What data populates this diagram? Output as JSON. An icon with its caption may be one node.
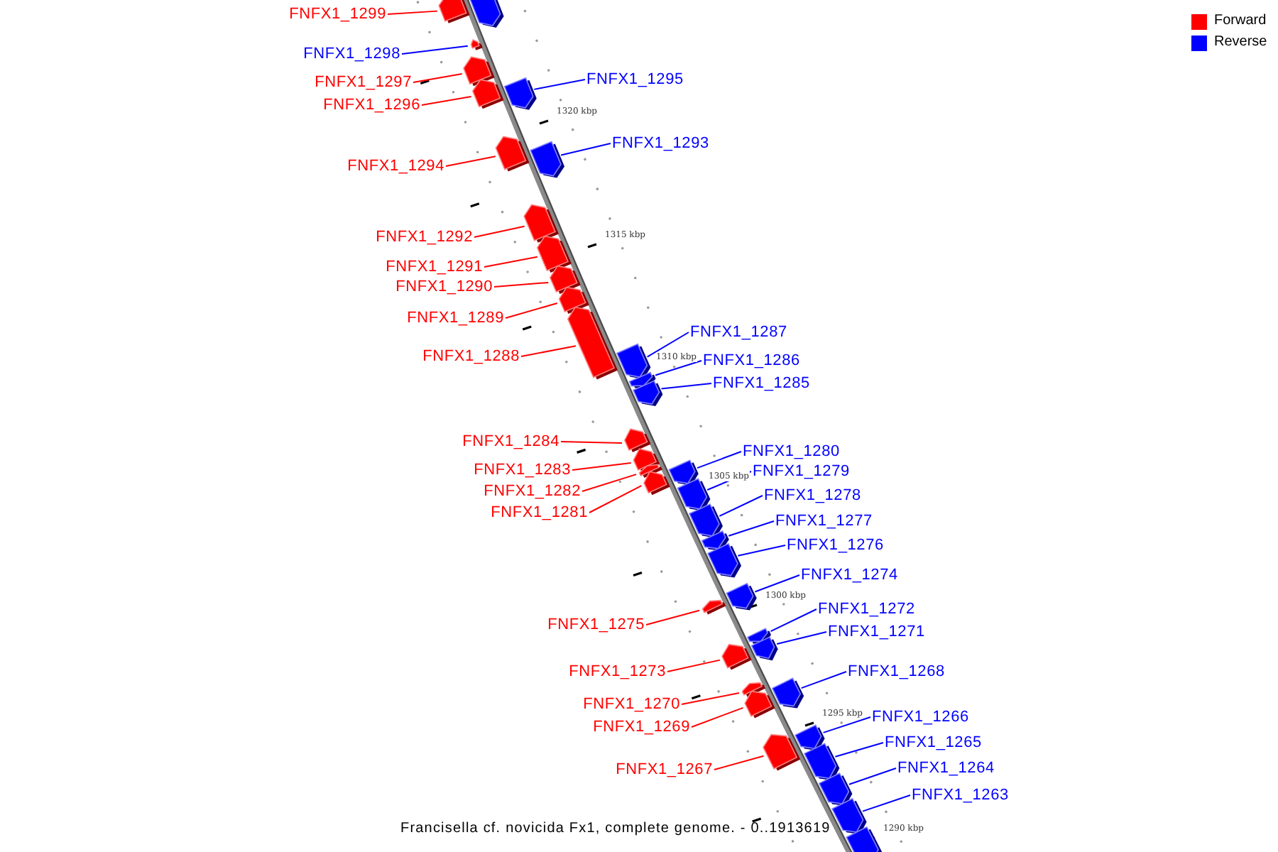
{
  "diagram": {
    "caption": "Francisella cf. novicida Fx1, complete genome. - 0..1913619",
    "nodes": [
      {
        "text": [
          "FNFX1_1299"
        ]
      },
      {
        "text": [],
        "shape": "bar"
      },
      {
        "text": [],
        "shape": "bar"
      },
      {
        "text": [
          "FNFX1_1298"
        ]
      },
      {
        "text": [],
        "shape": "bar"
      },
      {
        "text": [
          "FNFX1_1295"
        ]
      },
      {
        "text": [],
        "shape": "bar"
      },
      {
        "text": [
          "FNFX1_1297"
        ]
      },
      {
        "text": [],
        "shape": "bar"
      },
      {
        "text": [
          "FNFX1_1296"
        ]
      },
      {
        "text": [],
        "shape": "bar"
      },
      {
        "text": [
          "FNFX1_1293"
        ]
      },
      {
        "text": [],
        "shape": "bar"
      },
      {
        "text": [
          "FNFX1_1294"
        ]
      },
      {
        "text": [],
        "shape": "bar"
      },
      {
        "text": [
          "FNFX1_1292"
        ]
      },
      {
        "text": [],
        "shape": "bar"
      },
      {
        "text": [
          "FNFX1_1291"
        ]
      },
      {
        "text": [],
        "shape": "bar"
      },
      {
        "text": [
          "FNFX1_1290"
        ]
      },
      {
        "text": [],
        "shape": "bar"
      },
      {
        "text": [
          "FNFX1_1289"
        ]
      },
      {
        "text": [],
        "shape": "bar"
      },
      {
        "text": [
          "FNFX1_1287"
        ]
      },
      {
        "text": [],
        "shape": "bar"
      },
      {
        "text": [
          "FNFX1_1288"
        ]
      },
      {
        "text": [],
        "shape": "bar"
      },
      {
        "text": [
          "FNFX1_1286"
        ]
      },
      {
        "text": [],
        "shape": "bar"
      },
      {
        "text": [
          "FNFX1_1285"
        ]
      },
      {
        "text": [],
        "shape": "bar"
      },
      {
        "text": [
          "FNFX1_1284"
        ]
      },
      {
        "text": [],
        "shape": "bar"
      },
      {
        "text": [
          "FNFX1_1280"
        ]
      },
      {
        "text": [],
        "shape": "bar"
      },
      {
        "text": [
          "FNFX1_1283"
        ]
      },
      {
        "text": [],
        "shape": "bar"
      },
      {
        "text": [
          "FNFX1_1279"
        ]
      },
      {
        "text": [],
        "shape": "bar"
      },
      {
        "text": [
          "FNFX1_1282"
        ]
      },
      {
        "text": [],
        "shape": "bar"
      },
      {
        "text": [
          "FNFX1_1278"
        ]
      },
      {
        "text": [],
        "shape": "bar"
      },
      {
        "text": [
          "FNFX1_1281"
        ]
      },
      {
        "text": [],
        "shape": "bar"
      },
      {
        "text": [
          "FNFX1_1277"
        ]
      },
      {
        "text": [],
        "shape": "bar"
      },
      {
        "text": [
          "FNFX1_1276"
        ]
      },
      {
        "text": [],
        "shape": "bar"
      },
      {
        "text": [
          "FNFX1_1274"
        ]
      },
      {
        "text": [],
        "shape": "bar"
      },
      {
        "text": [
          "FNFX1_1272"
        ]
      },
      {
        "text": [],
        "shape": "bar"
      },
      {
        "text": [
          "FNFX1_1275"
        ]
      },
      {
        "text": [],
        "shape": "bar"
      },
      {
        "text": [
          "FNFX1_1271"
        ]
      },
      {
        "text": [],
        "shape": "bar"
      },
      {
        "text": [
          "FNFX1_1268"
        ]
      },
      {
        "text": [],
        "shape": "bar"
      },
      {
        "text": [
          "FNFX1_1273"
        ]
      },
      {
        "text": [],
        "shape": "bar"
      },
      {
        "text": [
          "FNFX1_1270"
        ]
      },
      {
        "text": [],
        "shape": "bar"
      },
      {
        "text": [
          "FNFX1_1266"
        ]
      },
      {
        "text": [],
        "shape": "bar"
      },
      {
        "text": [
          "FNFX1_1269"
        ]
      },
      {
        "text": [],
        "shape": "bar"
      },
      {
        "text": [
          "FNFX1_1265"
        ]
      },
      {
        "text": [],
        "shape": "bar"
      },
      {
        "text": [
          "FNFX1_1264"
        ]
      },
      {
        "text": [],
        "shape": "bar"
      },
      {
        "text": [
          "FNFX1_1267"
        ]
      },
      {
        "text": [],
        "shape": "bar"
      },
      {
        "text": [
          "FNFX1_1263"
        ]
      },
      {
        "text": [],
        "shape": "bar"
      },
      {
        "text": [],
        "shape": "bar"
      }
    ],
    "edges": [
      {
        "from": 0,
        "to": 1,
        "arrow": "none",
        "color": "#ff0000"
      },
      {
        "from": 3,
        "to": 4,
        "arrow": "none",
        "color": "#0000ff"
      },
      {
        "from": 5,
        "to": 6,
        "arrow": "none",
        "color": "#0000ff"
      },
      {
        "from": 7,
        "to": 8,
        "arrow": "none",
        "color": "#ff0000"
      },
      {
        "from": 9,
        "to": 10,
        "arrow": "none",
        "color": "#ff0000"
      },
      {
        "from": 11,
        "to": 12,
        "arrow": "none",
        "color": "#0000ff"
      },
      {
        "from": 13,
        "to": 14,
        "arrow": "none",
        "color": "#ff0000"
      },
      {
        "from": 15,
        "to": 16,
        "arrow": "none",
        "color": "#ff0000"
      },
      {
        "from": 17,
        "to": 18,
        "arrow": "none",
        "color": "#ff0000"
      },
      {
        "from": 19,
        "to": 20,
        "arrow": "none",
        "color": "#ff0000"
      },
      {
        "from": 21,
        "to": 22,
        "arrow": "none",
        "color": "#ff0000"
      },
      {
        "from": 23,
        "to": 24,
        "arrow": "none",
        "color": "#0000ff"
      },
      {
        "from": 25,
        "to": 26,
        "arrow": "none",
        "color": "#ff0000"
      },
      {
        "from": 27,
        "to": 28,
        "arrow": "none",
        "color": "#0000ff"
      },
      {
        "from": 29,
        "to": 30,
        "arrow": "none",
        "color": "#0000ff"
      },
      {
        "from": 31,
        "to": 32,
        "arrow": "none",
        "color": "#ff0000"
      },
      {
        "from": 33,
        "to": 34,
        "arrow": "none",
        "color": "#0000ff"
      },
      {
        "from": 35,
        "to": 36,
        "arrow": "none",
        "color": "#ff0000"
      },
      {
        "from": 37,
        "to": 38,
        "arrow": "none",
        "color": "#0000ff"
      },
      {
        "from": 39,
        "to": 40,
        "arrow": "none",
        "color": "#ff0000"
      },
      {
        "from": 41,
        "to": 42,
        "arrow": "none",
        "color": "#0000ff"
      },
      {
        "from": 43,
        "to": 44,
        "arrow": "none",
        "color": "#ff0000"
      },
      {
        "from": 45,
        "to": 46,
        "arrow": "none",
        "color": "#0000ff"
      },
      {
        "from": 47,
        "to": 48,
        "arrow": "none",
        "color": "#0000ff"
      },
      {
        "from": 49,
        "to": 50,
        "arrow": "none",
        "color": "#0000ff"
      },
      {
        "from": 51,
        "to": 52,
        "arrow": "none",
        "color": "#0000ff"
      },
      {
        "from": 53,
        "to": 54,
        "arrow": "none",
        "color": "#ff0000"
      },
      {
        "from": 55,
        "to": 56,
        "arrow": "none",
        "color": "#0000ff"
      },
      {
        "from": 57,
        "to": 58,
        "arrow": "none",
        "color": "#0000ff"
      },
      {
        "from": 59,
        "to": 60,
        "arrow": "none",
        "color": "#ff0000"
      },
      {
        "from": 61,
        "to": 62,
        "arrow": "none",
        "color": "#ff0000"
      },
      {
        "from": 63,
        "to": 64,
        "arrow": "none",
        "color": "#0000ff"
      },
      {
        "from": 65,
        "to": 66,
        "arrow": "none",
        "color": "#ff0000"
      },
      {
        "from": 67,
        "to": 68,
        "arrow": "none",
        "color": "#0000ff"
      },
      {
        "from": 69,
        "to": 70,
        "arrow": "none",
        "color": "#0000ff"
      },
      {
        "from": 71,
        "to": 72,
        "arrow": "none",
        "color": "#ff0000"
      },
      {
        "from": 73,
        "to": 74,
        "arrow": "none",
        "color": "#0000ff"
      }
    ],
    "labels": [
      "1320 kbp",
      "1315 kbp",
      "1310 kbp",
      "1305 kbp",
      "1300 kbp",
      "1295 kbp",
      "1290 kbp"
    ],
    "legend": [
      {
        "text": "Forward",
        "color": "#ff0000"
      },
      {
        "text": "Reverse",
        "color": "#0000ff"
      }
    ]
  }
}
